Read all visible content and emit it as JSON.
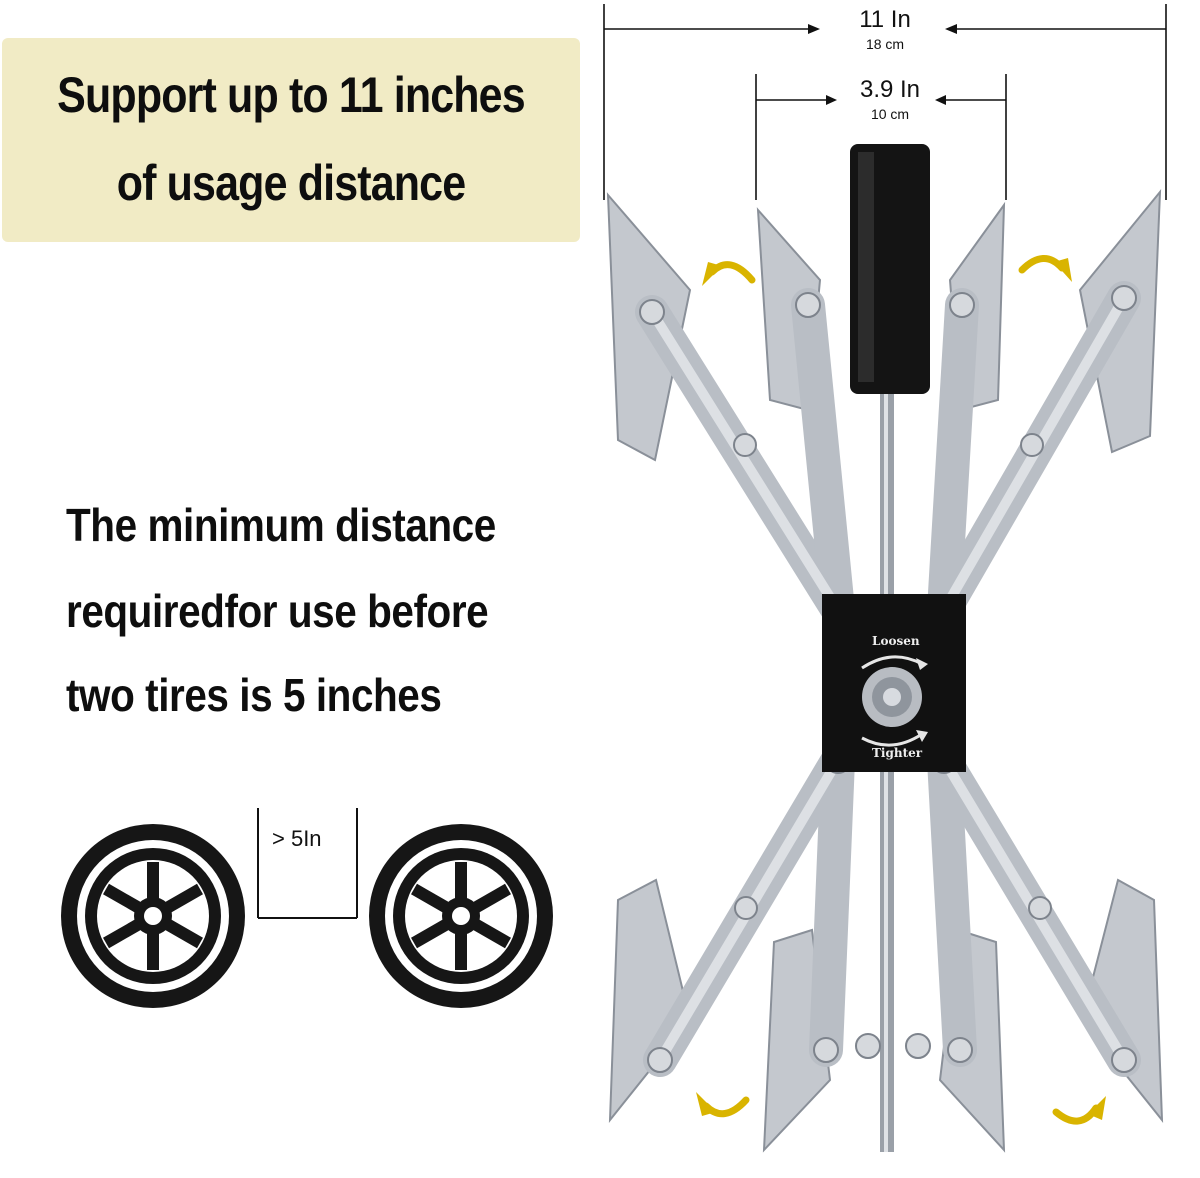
{
  "headline": {
    "line1": "Support up to 11 inches",
    "line2": "of usage distance"
  },
  "min_distance": {
    "line1": "The minimum distance",
    "line2": "requiredfor use before",
    "line3": "two tires is 5 inches"
  },
  "tire_gap": {
    "label": "> 5In"
  },
  "dimensions": {
    "outer_in": "11 In",
    "outer_cm": "18 cm",
    "inner_in": "3.9 In",
    "inner_cm": "10 cm"
  },
  "chock_plate": {
    "loosen": "Loosen",
    "tighter": "Tighter"
  },
  "colors": {
    "banner_bg": "#f1ebc5",
    "arrow_accent": "#d9b400",
    "metal": "#c9ccd2",
    "plate": "#111111"
  }
}
